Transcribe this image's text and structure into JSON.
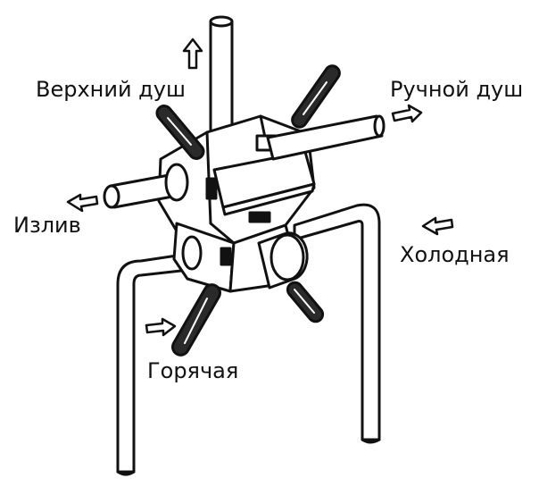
{
  "labels": {
    "top_shower": "Верхний душ",
    "hand_shower": "Ручной душ",
    "spout": "Излив",
    "cold": "Холодная",
    "hot": "Горячая"
  },
  "colors": {
    "stroke": "#111111",
    "fill": "#ffffff",
    "handle": "#2a2a2a"
  },
  "arrows": {
    "top_shower": "up-arrow-icon",
    "hand_shower": "right-arrow-icon",
    "spout": "left-arrow-icon",
    "cold": "left-arrow-icon",
    "hot": "right-arrow-icon"
  }
}
